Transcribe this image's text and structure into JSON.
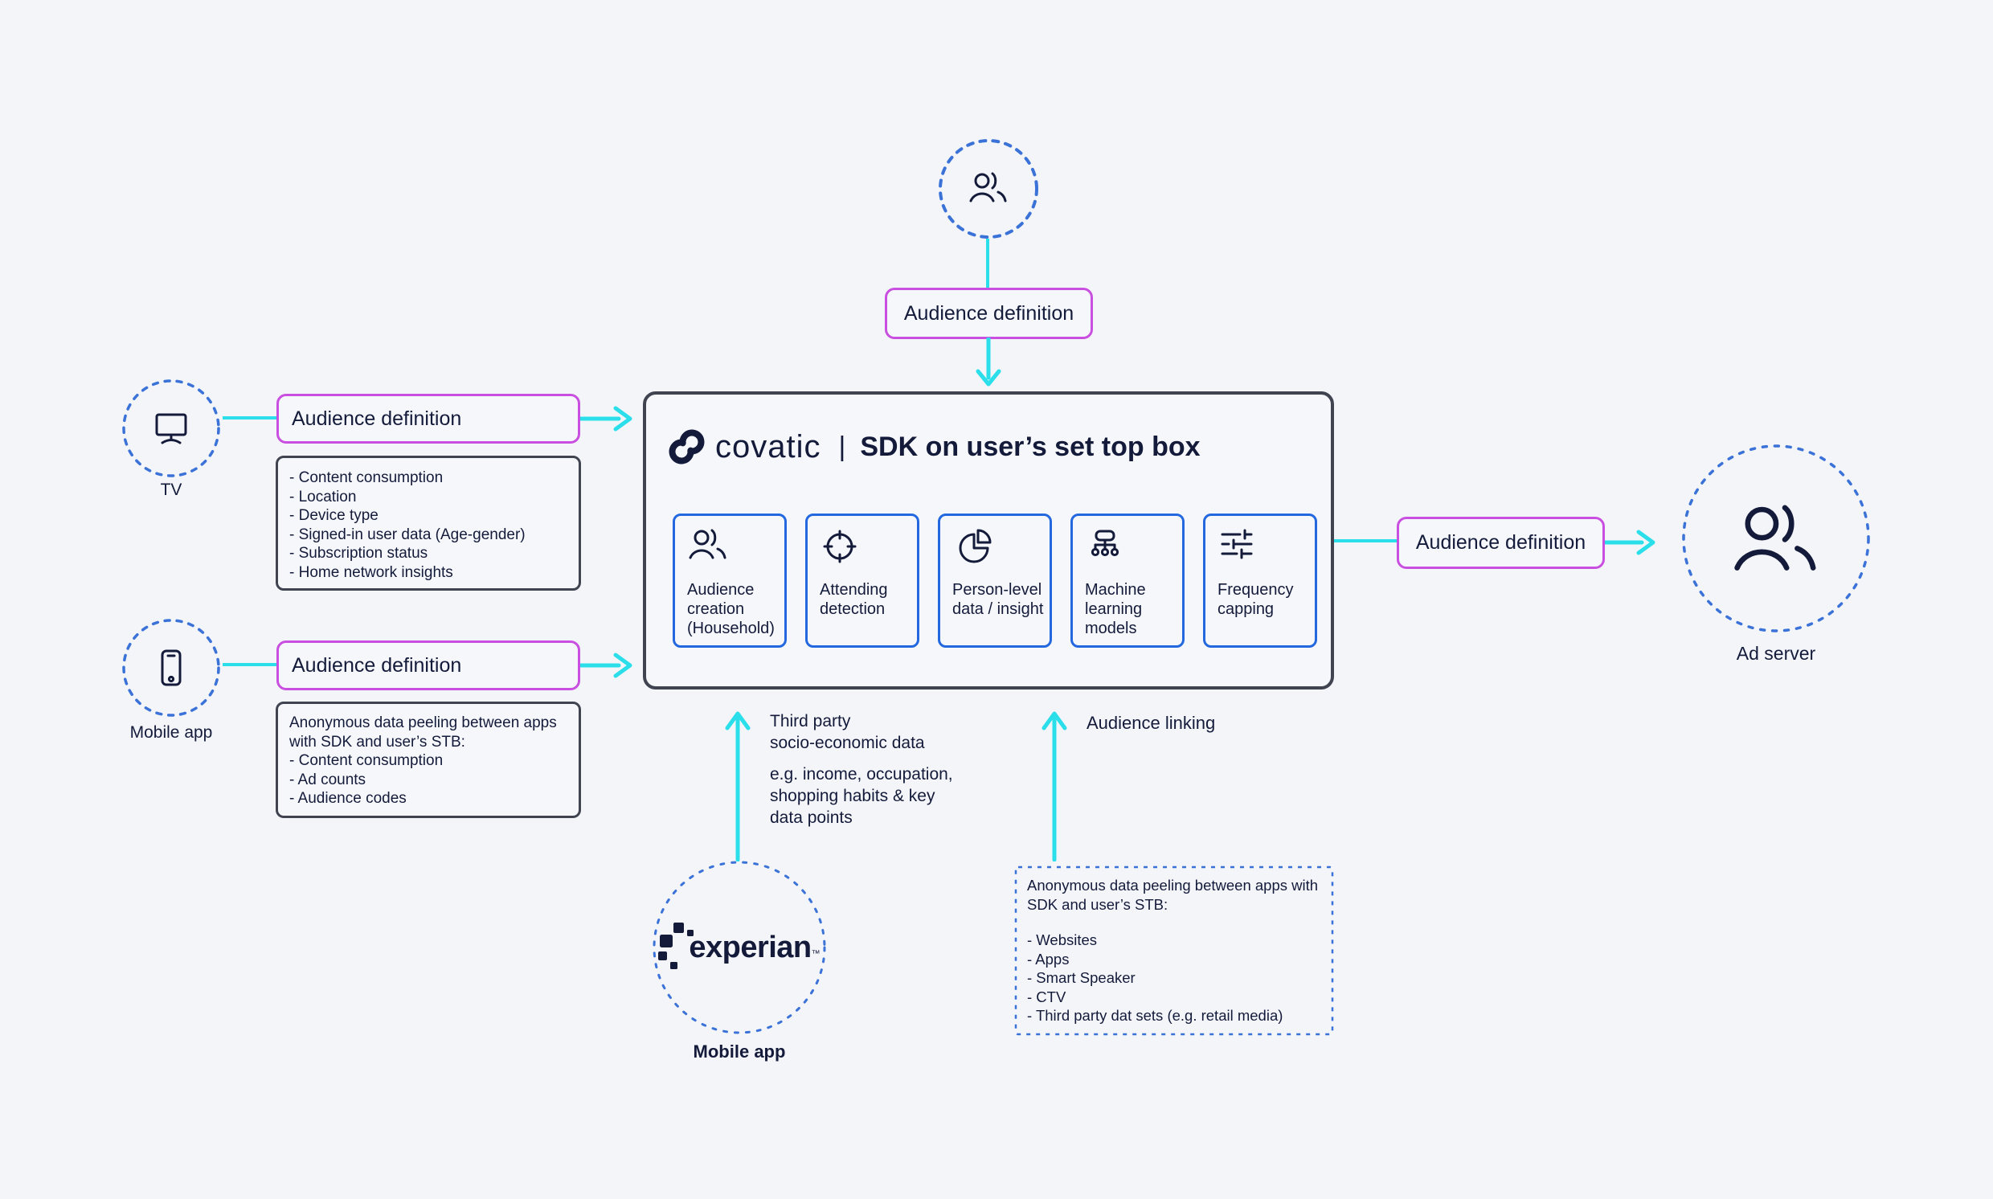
{
  "colors": {
    "background": "#F3F5F9",
    "navy_text": "#141B3A",
    "cyan_accent": "#2BDFEA",
    "magenta_accent": "#C94FE0",
    "blue_module_border": "#2468DF",
    "dashed_circle_blue": "#3B72D8",
    "dark_border": "#3F4450"
  },
  "icons": {
    "top_circle": "users-icon",
    "tv_circle": "tv-icon",
    "mobile_circle": "smartphone-icon",
    "adserver_circle": "users-icon"
  },
  "top": {
    "audience_box_label": "Audience definition"
  },
  "tv": {
    "circle_label": "TV",
    "audience_box_label": "Audience definition",
    "details": [
      "- Content consumption",
      "- Location",
      "- Device type",
      "- Signed-in user data (Age-gender)",
      "- Subscription status",
      "- Home network insights"
    ]
  },
  "mobile": {
    "circle_label": "Mobile app",
    "audience_box_label": "Audience definition",
    "details_intro": "Anonymous data peeling between apps with SDK and user’s STB:",
    "details": [
      "- Content consumption",
      "- Ad counts",
      "- Audience codes"
    ]
  },
  "main_box": {
    "logo_text": "covatic",
    "divider": "|",
    "title": "SDK on user’s set top box",
    "modules": [
      {
        "icon": "people-icon",
        "label": "Audience creation (Household)"
      },
      {
        "icon": "target-icon",
        "label": "Attending detection"
      },
      {
        "icon": "pie-chart-icon",
        "label": "Person-level data / insight"
      },
      {
        "icon": "hierarchy-icon",
        "label": "Machine learning models"
      },
      {
        "icon": "sliders-icon",
        "label": "Frequency capping"
      }
    ]
  },
  "experian": {
    "logo_text": "experian",
    "trademark": "™",
    "caption": "Mobile app",
    "arrow_label_line1": "Third party",
    "arrow_label_line2": "socio-economic data",
    "example_line1": "e.g. income, occupation,",
    "example_line2": "shopping habits & key",
    "example_line3": "data points"
  },
  "linking": {
    "arrow_label": "Audience linking",
    "box_intro": "Anonymous data peeling between apps with SDK and user’s STB:",
    "items": [
      "- Websites",
      "- Apps",
      "- Smart Speaker",
      "- CTV",
      "- Third party dat sets (e.g. retail media)"
    ]
  },
  "output": {
    "audience_box_label": "Audience definition",
    "circle_label": "Ad server"
  }
}
